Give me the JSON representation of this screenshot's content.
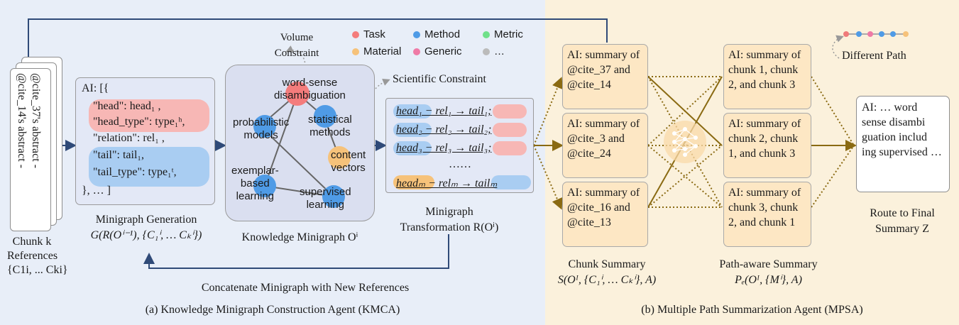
{
  "left_caption": "(a) Knowledge Minigraph Construction Agent (KMCA)",
  "right_caption": "(b) Multiple Path Summarization Agent (MPSA)",
  "chunk_docs": [
    "@cite_37's abstract - ",
    "@cite_14's abstract - "
  ],
  "chunk_label": {
    "line1": "Chunk k",
    "line2": "References",
    "line3": "{C1i, ... Cki}"
  },
  "minigraph_gen": {
    "ai_open": "AI: [{",
    "head_line": "\"head\": head₁ ,",
    "head_type_line": "\"head_type\": type₁ʰ,",
    "relation_line": "\"relation\": rel₁ ,",
    "tail_line": "\"tail\": tail₁,",
    "tail_type_line": "\"tail_type\": type₁ᵗ,",
    "close": "}, … ]",
    "label": "Minigraph Generation",
    "formula": "G(R(Oⁱ⁻¹), {C₁ⁱ, … Cₖⁱ})"
  },
  "knowledge_graph": {
    "volume_constraint_1": "Volume",
    "volume_constraint_2": "Constraint",
    "nodes": [
      {
        "text": "word-sense\ndisambiguation",
        "color": "#f47c7c"
      },
      {
        "text": "probabilistic\nmodels",
        "color": "#4f9be6"
      },
      {
        "text": "statistical\nmethods",
        "color": "#4f9be6"
      },
      {
        "text": "content\nvectors",
        "color": "#f6c27a"
      },
      {
        "text": "exemplar-\nbased\nlearning",
        "color": "#4f9be6"
      },
      {
        "text": "supervised\nlearning",
        "color": "#4f9be6"
      }
    ],
    "label": "Knowledge Minigraph Oⁱ"
  },
  "legend": {
    "task": "Task",
    "method": "Method",
    "metric": "Metric",
    "material": "Material",
    "generic": "Generic",
    "other": "…",
    "colors": {
      "task": "#f47c7c",
      "method": "#4f9be6",
      "metric": "#6fe08a",
      "material": "#f6c27a",
      "generic": "#ef7aa6",
      "other": "#bbbbbb"
    }
  },
  "scientific_constraint": "Scientific Constraint",
  "transformation": {
    "rows": [
      "head₁ − rel₁ → tail₁;",
      "head₂ − rel₂ → tail₂;",
      "head₃ − rel₃ → tail₃;",
      "……",
      "headₘ − relₘ → tailₘ"
    ],
    "label1": "Minigraph",
    "label2": "Transformation R(Oⁱ)"
  },
  "concat_label": "Concatenate Minigraph with New References",
  "chunk_summaries": [
    "AI: summary of @cite_37 and @cite_14",
    "AI: summary of @cite_3 and @cite_24",
    "AI: summary of @cite_16 and @cite_13"
  ],
  "chunk_summary_label": {
    "line1": "Chunk Summary",
    "line2": "S(Oᴵ, {C₁ⁱ, … Cₖⁱ}, A)"
  },
  "path_summaries": [
    "AI: summary of chunk 1, chunk 2, and chunk 3",
    "AI: summary of chunk 2, chunk 1, and chunk 3",
    "AI: summary of chunk 3, chunk 2, and chunk 1"
  ],
  "path_summary_label": {
    "line1": "Path-aware Summary",
    "line2": "Pₑ(Oᴵ, {Mⁱ}, A)"
  },
  "different_path": "Different Path",
  "final_text": "AI: … word sense disambi guation includ ing supervised …",
  "final_label": {
    "line1": "Route to Final",
    "line2": "Summary Z"
  }
}
